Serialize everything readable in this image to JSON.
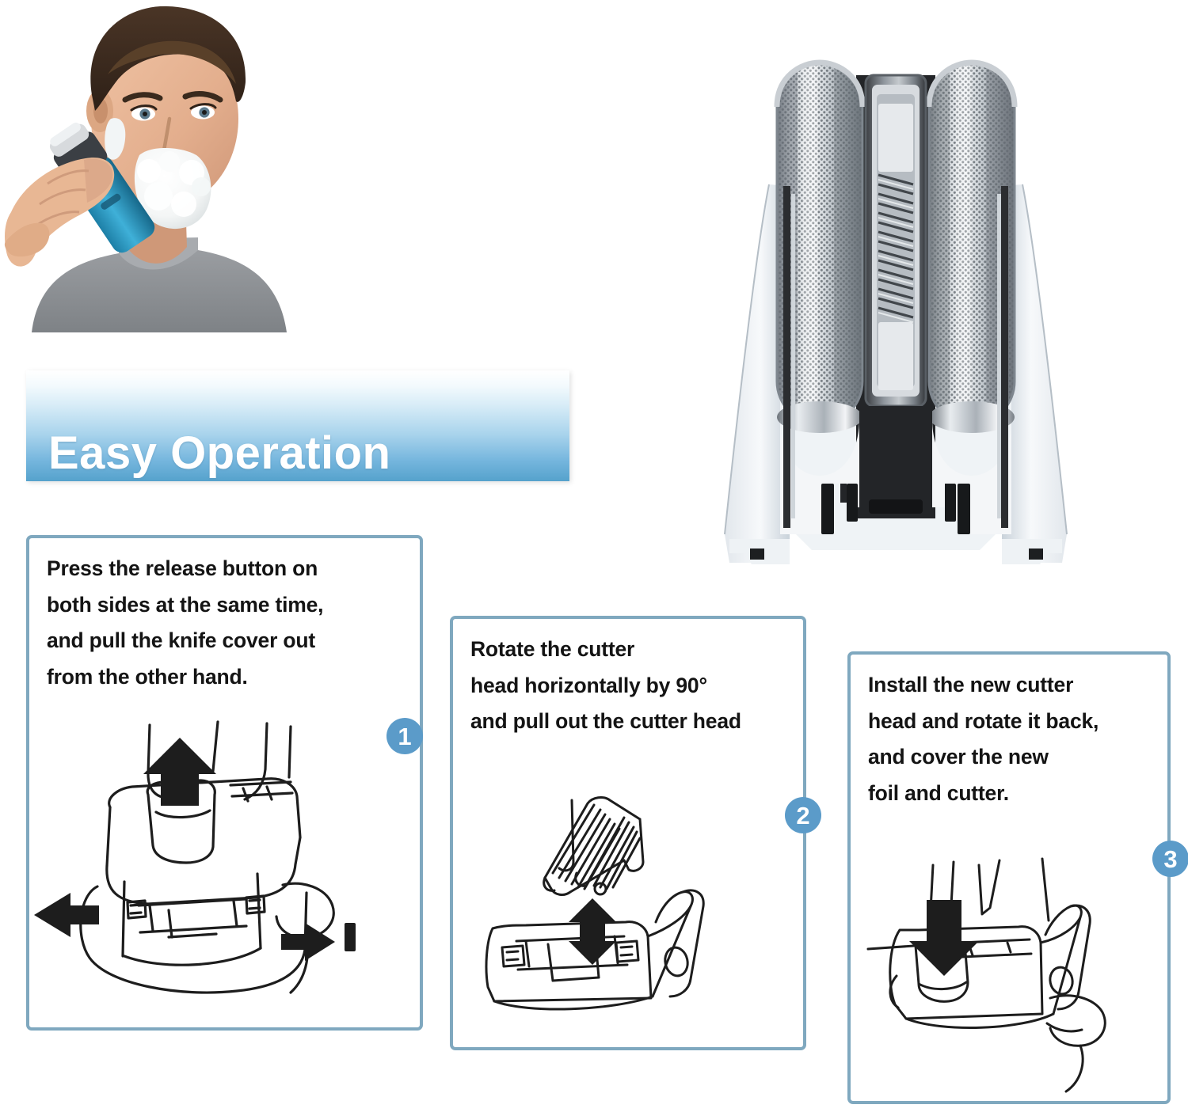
{
  "banner": {
    "title": "Easy Operation",
    "gradient_top": "#ffffff",
    "gradient_bottom": "#55a2cc",
    "text_color": "#ffffff"
  },
  "theme": {
    "box_border_color": "#7fa8bf",
    "badge_color": "#5b9bc9",
    "badge_text_color": "#ffffff",
    "background": "#ffffff",
    "caption_color": "#141414"
  },
  "hero_photo": {
    "alt": "man shaving his face with a blue electric foil shaver, shaving cream on cheek and chin",
    "subject": "man-shaving",
    "shaver_body_color": "#2b8fb5",
    "shirt_color": "#8d9094"
  },
  "product_photo": {
    "alt": "silver dual foil shaver replacement head cassette with center trimmer",
    "foil_color": "#b9bcc0",
    "frame_color": "#e9eef2",
    "trimmer_color": "#2a2b2d"
  },
  "steps": [
    {
      "number": "1",
      "caption": "Press the release button on both sides at the same time, and pull the knife cover out  from the other hand.",
      "caption_lines": [
        "Press the release button on",
        "both sides at the same time,",
        "and pull the knife cover out",
        " from the other hand."
      ],
      "figure_alt": "line drawing of two hands pressing release buttons on both sides of the shaver while pulling the foil cover upward",
      "arrows": [
        "up",
        "left",
        "right"
      ]
    },
    {
      "number": "2",
      "caption": "Rotate the cutter head horizontally by 90° and pull out the cutter head",
      "caption_lines": [
        "Rotate the cutter",
        "head horizontally by 90°",
        "and pull out the cutter head"
      ],
      "figure_alt": "line drawing of the dual cutter block lifted up out of the shaver body with up and down arrows",
      "arrows": [
        "up",
        "down"
      ]
    },
    {
      "number": "3",
      "caption": "Install the new cutter head and rotate it back, and cover the new foil and cutter.",
      "caption_lines": [
        "Install the new cutter",
        "head and rotate it back,",
        " and cover the new",
        "foil and cutter."
      ],
      "figure_alt": "line drawing of a new cutter head being pressed down into the shaver body with a down arrow",
      "arrows": [
        "down"
      ]
    }
  ]
}
